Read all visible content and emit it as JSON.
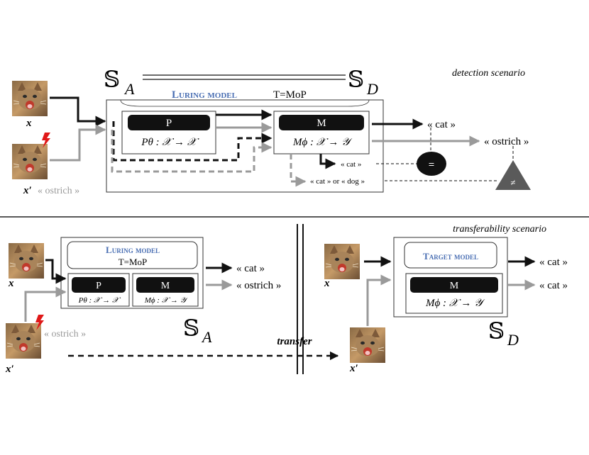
{
  "detection": {
    "title": "detection scenario",
    "set_a": "𝕊",
    "set_a_sub": "A",
    "set_d": "𝕊",
    "set_d_sub": "D",
    "luring_label": "Luring model",
    "luring_eq": "T=MoP",
    "p_label": "P",
    "p_eq": "Pθ : 𝒳 → 𝒳",
    "m_label": "M",
    "m_eq": "Mϕ : 𝒳 → 𝒴",
    "x_label": "x",
    "xp_label": "x′",
    "xp_tag": "« ostrich »",
    "out_cat": "« cat »",
    "out_ostrich": "« ostrich »",
    "small_cat": "« cat »",
    "cat_or_dog": "« cat » or « dog »",
    "equal_sym": "=",
    "neq_sym": "≠"
  },
  "transferability": {
    "title": "transferability scenario",
    "luring_label": "Luring model",
    "luring_eq": "T=MoP",
    "p_label": "P",
    "p_eq": "Pθ : 𝒳 → 𝒳",
    "m_label": "M",
    "m_eq": "Mϕ : 𝒳 → 𝒴",
    "out_cat": "« cat »",
    "out_ostrich": "« ostrich »",
    "x_label": "x",
    "xp_label": "x′",
    "xp_tag": "« ostrich »",
    "transfer": "transfer",
    "set_a": "𝕊",
    "set_a_sub": "A",
    "target_label": "Target model",
    "tm_label": "M",
    "tm_eq": "Mϕ : 𝒳 → 𝒴",
    "tout1": "« cat »",
    "tout2": "« cat »",
    "set_d": "𝕊",
    "set_d_sub": "D",
    "xr_label": "x",
    "xpr_label": "x′"
  },
  "colors": {
    "accent_blue": "#4a6fb3",
    "gray_arrow": "#9a9a9a",
    "black": "#111111",
    "neq_fill": "#5a5a5a"
  }
}
